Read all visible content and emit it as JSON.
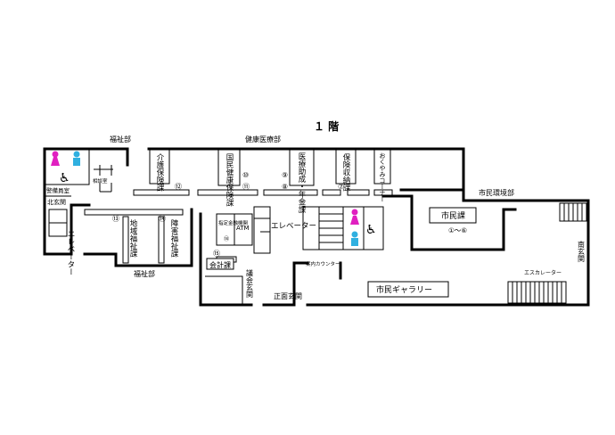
{
  "map": {
    "title": "１ 階",
    "colors": {
      "female": "#e020c0",
      "male": "#30b0e0",
      "wall": "#000000"
    },
    "labels": {
      "fukushi_top": "福祉部",
      "kenko_iryo": "健康医療部",
      "shimin_kankyo": "市民環境部",
      "fukushi_bottom": "福祉部",
      "keibi_honbu": "警備員室",
      "kita_genkan": "北玄関",
      "soudanshitsu": "相談室",
      "elevator_west": "エレベーター",
      "elevator_center": "エレベーター",
      "annai_counter": "案内カウンター",
      "shimin_gallery": "市民ギャラリー",
      "minami_genkan": "南玄関",
      "escalator": "エスカレーター",
      "shoumen_genkan": "正面玄関",
      "gikai_genkan": "議会玄関",
      "atm": "ATM",
      "kaikei_ka": "会計課",
      "shitei_kinyu": "指定金融機関",
      "shitei_kinyu_num": "⑭"
    },
    "departments": [
      {
        "name": "介護保険課",
        "num": "⑫"
      },
      {
        "name": "国民健康保険課",
        "num": "⑪"
      },
      {
        "name": "医療助成・年金課",
        "num": "⑧"
      },
      {
        "name": "保険収納課",
        "num": "⑦"
      },
      {
        "name": "おくやみコーナー",
        "num": ""
      },
      {
        "name": "市民課",
        "num": "①～⑥"
      },
      {
        "name": "地域福祉課",
        "num": "⑬"
      },
      {
        "name": "障害福祉課",
        "num": "⑭"
      },
      {
        "name": "会計課",
        "num": "⑮"
      }
    ],
    "counter_nums": {
      "kokumin": "⑩",
      "iryo": "⑨"
    }
  }
}
